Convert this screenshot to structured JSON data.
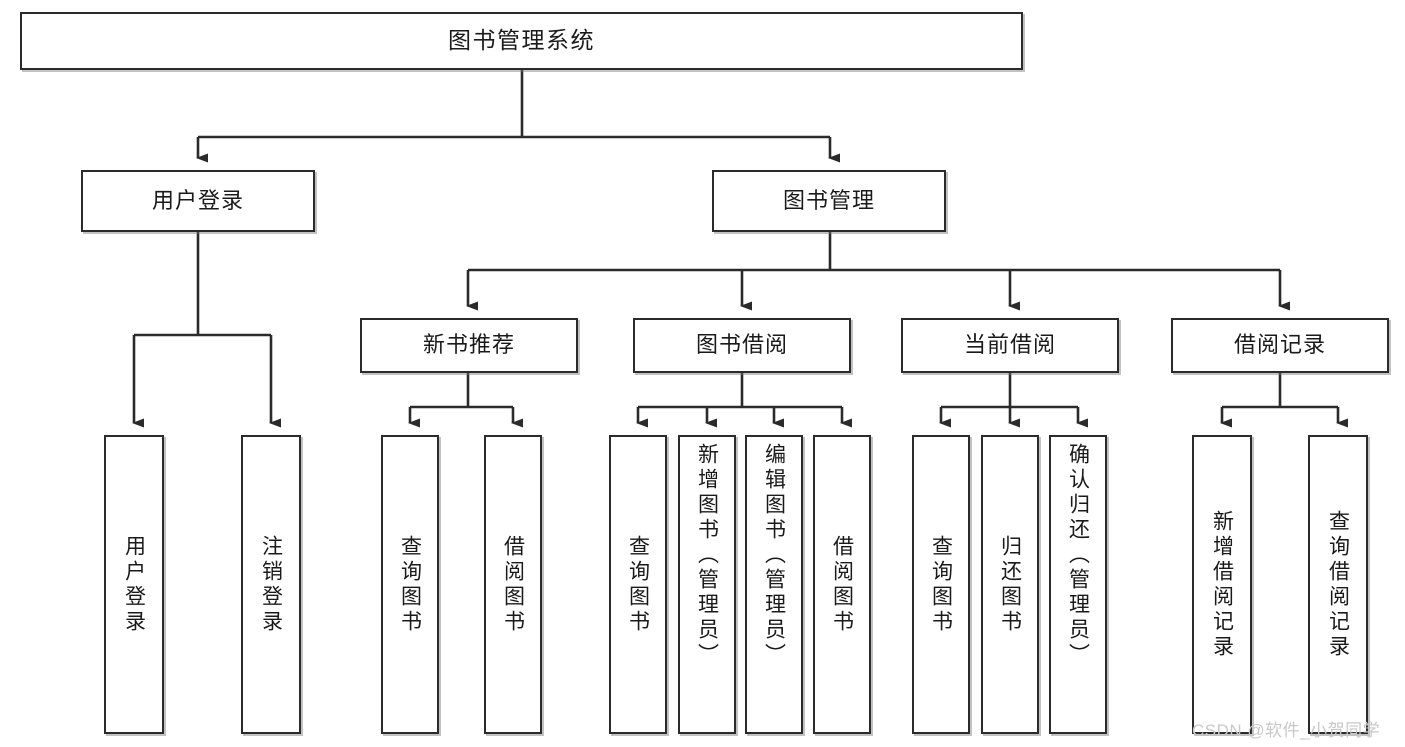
{
  "diagram": {
    "title": "图书管理系统",
    "type": "tree-hierarchy-diagram",
    "watermark": "CSDN @软件_小贺同学",
    "colors": {
      "box_border": "#2b2b2b",
      "box_fill": "#ffffff",
      "connector": "#2b2b2b",
      "text": "#1a1a1a",
      "watermark": "#c8c8c8",
      "background": "#ffffff"
    },
    "nodes": {
      "root": {
        "label": "图书管理系统"
      },
      "level1": [
        {
          "label": "用户登录"
        },
        {
          "label": "图书管理"
        }
      ],
      "level2": [
        {
          "label": "新书推荐"
        },
        {
          "label": "图书借阅"
        },
        {
          "label": "当前借阅"
        },
        {
          "label": "借阅记录"
        }
      ],
      "leaves": {
        "user_login": [
          {
            "label": "用户登录"
          },
          {
            "label": "注销登录"
          }
        ],
        "new_book_recommend": [
          {
            "label": "查询图书"
          },
          {
            "label": "借阅图书"
          }
        ],
        "book_borrow": [
          {
            "label": "查询图书"
          },
          {
            "label": "新增图书（管理员）"
          },
          {
            "label": "编辑图书（管理员）"
          },
          {
            "label": "借阅图书"
          }
        ],
        "current_borrow": [
          {
            "label": "查询图书"
          },
          {
            "label": "归还图书"
          },
          {
            "label": "确认归还（管理员）"
          }
        ],
        "borrow_record": [
          {
            "label": "新增借阅记录"
          },
          {
            "label": "查询借阅记录"
          }
        ]
      }
    }
  }
}
